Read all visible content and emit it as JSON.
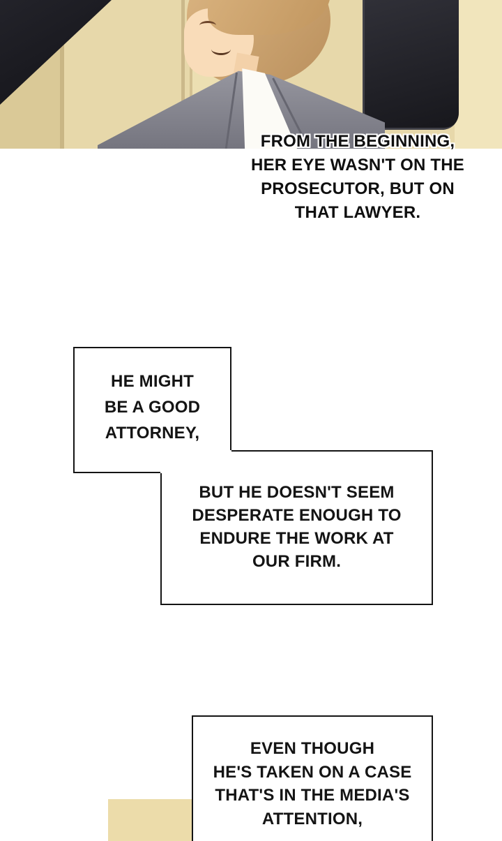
{
  "comic": {
    "caption": {
      "lines": [
        "FROM THE BEGINNING,",
        "HER EYE WASN'T ON THE",
        "PROSECUTOR, BUT ON",
        "THAT LAWYER."
      ]
    },
    "bubble1": {
      "lines": [
        "HE MIGHT",
        "BE A GOOD",
        "ATTORNEY,"
      ]
    },
    "bubble2": {
      "lines": [
        "BUT HE DOESN'T SEEM",
        "DESPERATE ENOUGH TO",
        "ENDURE THE WORK AT",
        "OUR FIRM."
      ]
    },
    "bubble3": {
      "lines": [
        "EVEN THOUGH",
        "HE'S TAKEN ON A CASE",
        "THAT'S IN THE MEDIA'S",
        "ATTENTION,"
      ]
    },
    "colors": {
      "page_bg": "#ffffff",
      "panel_bg": "#e7d8aa",
      "next_panel_bg": "#ecdcaa",
      "chair": "#1c1c22",
      "suit": "#8a8a94",
      "hair": "#cda36e",
      "skin": "#f9dcb9",
      "text": "#141414",
      "box_border": "#141414"
    }
  }
}
